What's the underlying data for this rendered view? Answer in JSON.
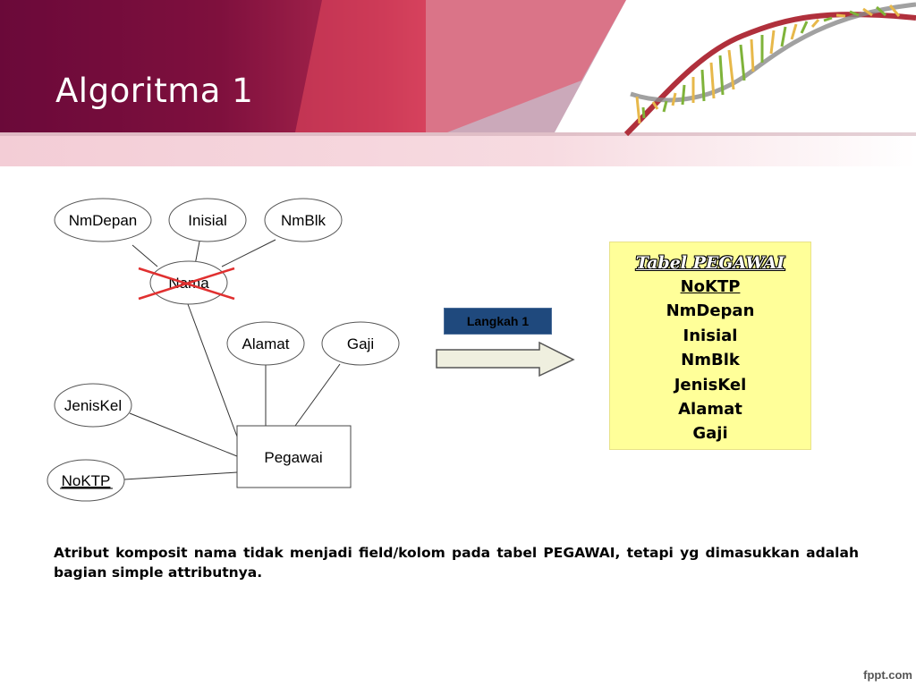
{
  "slide": {
    "title": "Algoritma 1",
    "watermark": "fppt.com",
    "colors": {
      "header_dark": "#6b0a3a",
      "header_light": "#f0566e",
      "table_bg": "#ffff99",
      "step_bg": "#1f497d",
      "cross": "#e03030"
    }
  },
  "diagram": {
    "entity": "Pegawai",
    "attributes": {
      "nmdepan": "NmDepan",
      "inisial": "Inisial",
      "nmblk": "NmBlk",
      "nama": "Nama",
      "alamat": "Alamat",
      "gaji": "Gaji",
      "jeniskel": "JenisKel",
      "noktp": "NoKTP"
    },
    "step_label": "Langkah 1"
  },
  "table": {
    "title": "Tabel PEGAWAI",
    "fields": [
      "NoKTP",
      "NmDepan",
      "Inisial",
      "NmBlk",
      "JenisKel",
      "Alamat",
      "Gaji"
    ]
  },
  "caption": "Atribut komposit nama tidak menjadi field/kolom pada tabel PEGAWAI, tetapi yg dimasukkan adalah bagian simple attributnya."
}
